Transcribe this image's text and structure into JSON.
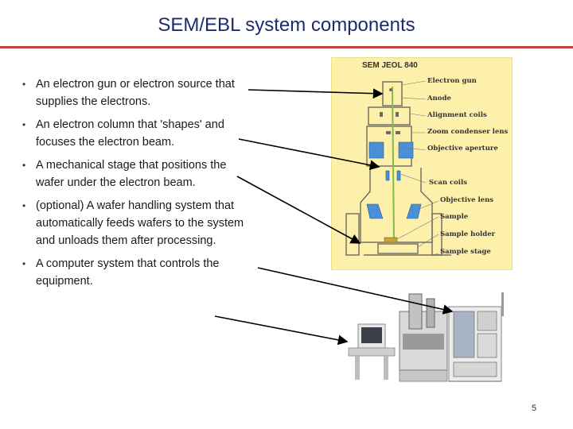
{
  "slide": {
    "title": "SEM/EBL system components",
    "page_number": "5"
  },
  "bullets": [
    {
      "text": "An electron gun or electron source that supplies the electrons."
    },
    {
      "text": "An electron column that 'shapes' and focuses the electron beam."
    },
    {
      "text": "A mechanical stage that positions the wafer under the electron beam."
    },
    {
      "text": "(optional) A wafer handling system that automatically feeds wafers to the system and unloads them after processing."
    },
    {
      "text": "A computer system that controls the equipment."
    }
  ],
  "diagram": {
    "header": "SEM JEOL 840",
    "labels": {
      "electron_gun": "Electron gun",
      "anode": "Anode",
      "alignment_coils": "Alignment coils",
      "zoom_condenser_lens": "Zoom condenser lens",
      "objective_aperture": "Objective aperture",
      "scan_coils": "Scan coils",
      "objective_lens": "Objective lens",
      "sample": "Sample",
      "sample_holder": "Sample holder",
      "sample_stage": "Sample stage"
    }
  },
  "colors": {
    "title": "#1f2a6b",
    "title_rule": "#c8413b",
    "diagram_bg": "#fdf0aa",
    "lens_blue": "#4a90d9"
  }
}
